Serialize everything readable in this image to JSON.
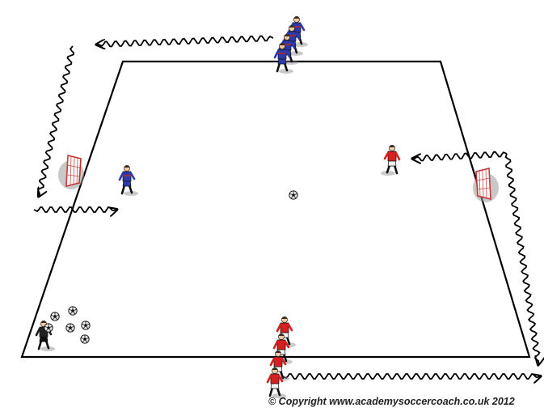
{
  "diagram": {
    "colors": {
      "pitch_line": "#000000",
      "blue_team": "#2e3aa8",
      "blue_team_accent": "#b02a2a",
      "red_team": "#d42020",
      "red_team_shorts": "#f4f4f4",
      "coach": "#222222",
      "net": "#e04a4a",
      "goal_shadow": "#8c8c8c"
    },
    "elements": {
      "blue_queue_count": 4,
      "red_queue_count": 4,
      "loose_ball_count": 6,
      "goal_count": 2
    }
  },
  "footer": {
    "copyright": "© Copyright www.academysoccercoach.co.uk 2012"
  }
}
